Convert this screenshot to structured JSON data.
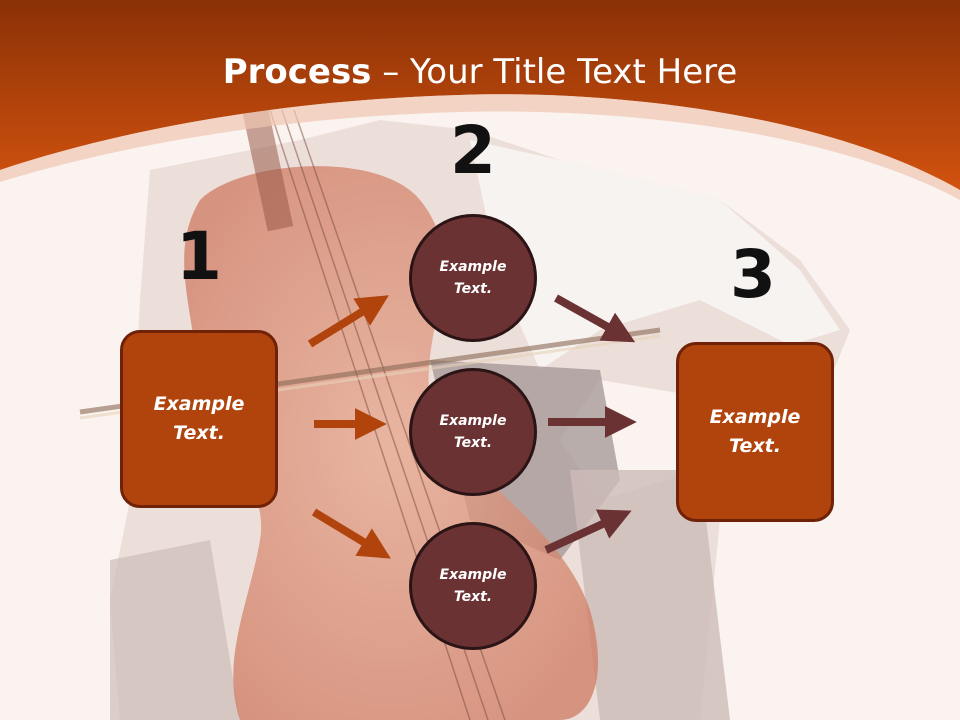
{
  "title": {
    "bold": "Process",
    "rest": " – Your Title Text Here"
  },
  "steps": {
    "one": "1",
    "two": "2",
    "three": "3"
  },
  "nodes": {
    "left_box": "Example\nText.",
    "circle_top": "Example\nText.",
    "circle_mid": "Example\nText.",
    "circle_bottom": "Example\nText.",
    "right_box": "Example\nText."
  },
  "colors": {
    "header": "#c4470f",
    "box_fill": "#b0440c",
    "circle_fill": "#6b3233",
    "arrow_orange": "#b0440c",
    "arrow_maroon": "#6b3233"
  }
}
